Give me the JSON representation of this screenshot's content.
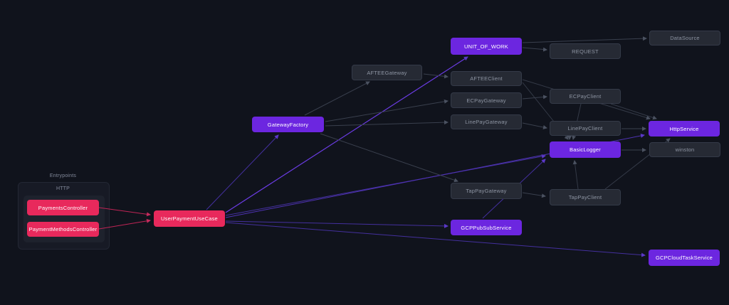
{
  "canvas": {
    "background": "#10131c"
  },
  "groups": {
    "entrypoints": {
      "label": "Entrypoints"
    },
    "http": {
      "label": "HTTP"
    }
  },
  "nodes": {
    "unit_of_work": {
      "label": "UNIT_OF_WORK",
      "kind": "purple"
    },
    "data_source": {
      "label": "DataSource",
      "kind": "gray"
    },
    "request": {
      "label": "REQUEST",
      "kind": "gray"
    },
    "aftee_gateway": {
      "label": "AFTEEGateway",
      "kind": "gray"
    },
    "aftee_client": {
      "label": "AFTEEClient",
      "kind": "gray"
    },
    "ecpay_gateway": {
      "label": "ECPayGateway",
      "kind": "gray"
    },
    "ecpay_client": {
      "label": "ECPayClient",
      "kind": "gray"
    },
    "gateway_factory": {
      "label": "GatewayFactory",
      "kind": "purple"
    },
    "linepay_gateway": {
      "label": "LinePayGateway",
      "kind": "gray"
    },
    "linepay_client": {
      "label": "LinePayClient",
      "kind": "gray"
    },
    "http_service": {
      "label": "HttpService",
      "kind": "purple"
    },
    "basic_logger": {
      "label": "BasicLogger",
      "kind": "purple"
    },
    "winston": {
      "label": "winston",
      "kind": "gray"
    },
    "tappay_gateway": {
      "label": "TapPayGateway",
      "kind": "gray"
    },
    "tappay_client": {
      "label": "TapPayClient",
      "kind": "gray"
    },
    "payments_controller": {
      "label": "PaymentsController",
      "kind": "pink"
    },
    "payment_methods_controller": {
      "label": "PaymentMethodsController",
      "kind": "pink"
    },
    "user_payment_use_case": {
      "label": "UserPaymentUseCase",
      "kind": "pink"
    },
    "gcp_pubsub_service": {
      "label": "GCPPubSubService",
      "kind": "purple"
    },
    "gcp_cloud_task_service": {
      "label": "GCPCloudTaskService",
      "kind": "purple"
    }
  },
  "edges": [
    {
      "from": "PaymentsController",
      "to": "UserPaymentUseCase",
      "color": "pink"
    },
    {
      "from": "PaymentMethodsController",
      "to": "UserPaymentUseCase",
      "color": "pink"
    },
    {
      "from": "UserPaymentUseCase",
      "to": "GatewayFactory",
      "color": "purple"
    },
    {
      "from": "UserPaymentUseCase",
      "to": "UNIT_OF_WORK",
      "color": "purple"
    },
    {
      "from": "UserPaymentUseCase",
      "to": "BasicLogger",
      "color": "purple"
    },
    {
      "from": "UserPaymentUseCase",
      "to": "HttpService",
      "color": "purple"
    },
    {
      "from": "UserPaymentUseCase",
      "to": "GCPPubSubService",
      "color": "purple"
    },
    {
      "from": "UserPaymentUseCase",
      "to": "GCPCloudTaskService",
      "color": "purple"
    },
    {
      "from": "GCPPubSubService",
      "to": "BasicLogger",
      "color": "purple"
    },
    {
      "from": "GatewayFactory",
      "to": "AFTEEGateway",
      "color": "gray"
    },
    {
      "from": "GatewayFactory",
      "to": "ECPayGateway",
      "color": "gray"
    },
    {
      "from": "GatewayFactory",
      "to": "LinePayGateway",
      "color": "gray"
    },
    {
      "from": "GatewayFactory",
      "to": "TapPayGateway",
      "color": "gray"
    },
    {
      "from": "AFTEEGateway",
      "to": "AFTEEClient",
      "color": "gray"
    },
    {
      "from": "ECPayGateway",
      "to": "ECPayClient",
      "color": "gray"
    },
    {
      "from": "LinePayGateway",
      "to": "LinePayClient",
      "color": "gray"
    },
    {
      "from": "TapPayGateway",
      "to": "TapPayClient",
      "color": "gray"
    },
    {
      "from": "UNIT_OF_WORK",
      "to": "REQUEST",
      "color": "gray"
    },
    {
      "from": "UNIT_OF_WORK",
      "to": "DataSource",
      "color": "gray"
    },
    {
      "from": "AFTEEClient",
      "to": "HttpService",
      "color": "gray"
    },
    {
      "from": "ECPayClient",
      "to": "HttpService",
      "color": "gray"
    },
    {
      "from": "LinePayClient",
      "to": "HttpService",
      "color": "gray"
    },
    {
      "from": "TapPayClient",
      "to": "HttpService",
      "color": "gray"
    },
    {
      "from": "AFTEEClient",
      "to": "BasicLogger",
      "color": "gray"
    },
    {
      "from": "ECPayClient",
      "to": "BasicLogger",
      "color": "gray"
    },
    {
      "from": "LinePayClient",
      "to": "BasicLogger",
      "color": "gray"
    },
    {
      "from": "TapPayClient",
      "to": "BasicLogger",
      "color": "gray"
    },
    {
      "from": "BasicLogger",
      "to": "winston",
      "color": "gray"
    }
  ],
  "colors": {
    "node_purple": "#6c26e0",
    "node_pink": "#e8295c",
    "node_gray": "#262a34",
    "edge_purple": "#44309e",
    "edge_purple_bright": "#6b3ce4",
    "edge_pink": "#bf2455",
    "edge_gray": "#3a404e"
  }
}
